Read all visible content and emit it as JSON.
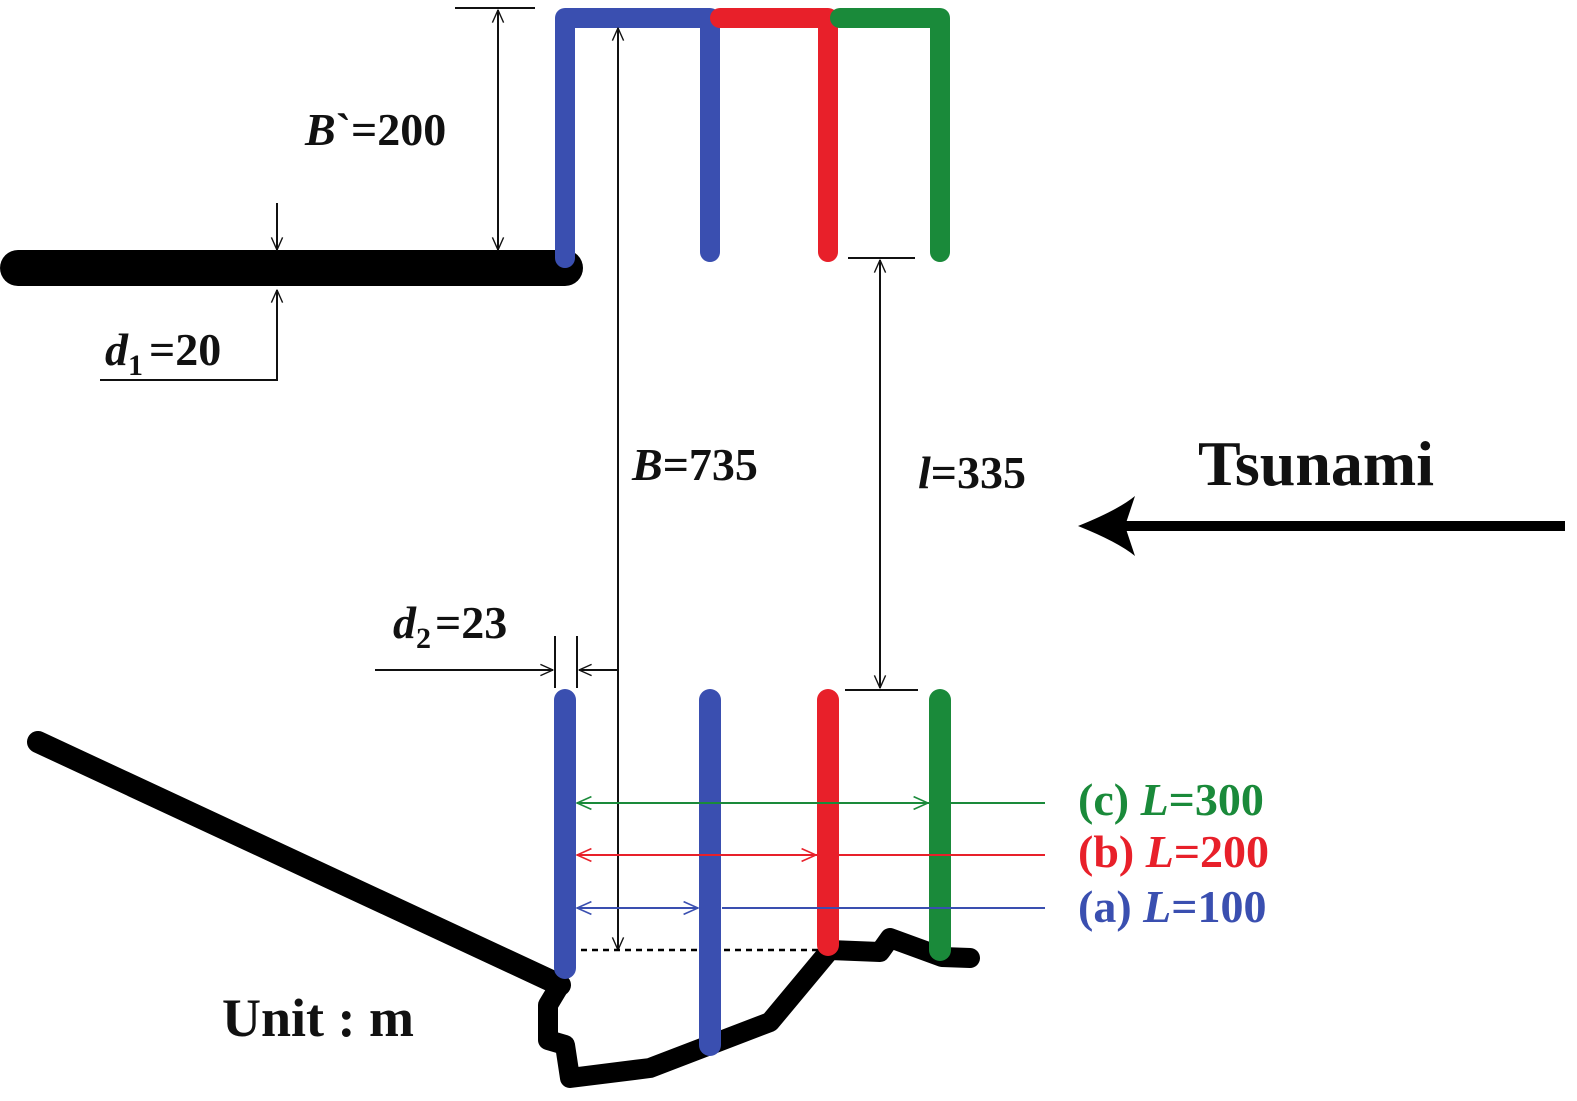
{
  "labels": {
    "b_prime": {
      "symbol": "B",
      "mark": "`",
      "value": "=200"
    },
    "d1": {
      "symbol": "d",
      "sub": "1",
      "value": "=20"
    },
    "B": {
      "symbol": "B",
      "value": "=735"
    },
    "l": {
      "symbol": "l",
      "value": "=335"
    },
    "tsunami": "Tsunami",
    "d2": {
      "symbol": "d",
      "sub": "2",
      "value": "=23"
    },
    "unit": "Unit : m"
  },
  "cases": [
    {
      "prefix": "(c) ",
      "symbol": "L",
      "value": "=300",
      "color": "#1a8a3a"
    },
    {
      "prefix": "(b) ",
      "symbol": "L",
      "value": "=200",
      "color": "#e8202a"
    },
    {
      "prefix": "(a) ",
      "symbol": "L",
      "value": "=100",
      "color": "#3a4fb0"
    }
  ],
  "colors": {
    "blue": "#3a4fb0",
    "red": "#e8202a",
    "green": "#1a8a3a",
    "ink": "#111111"
  }
}
